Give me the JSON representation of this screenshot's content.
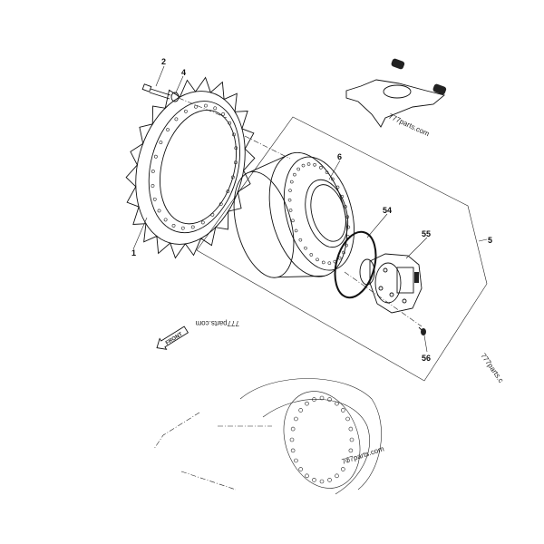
{
  "diagram": {
    "callouts": [
      {
        "id": "1",
        "text": "1"
      },
      {
        "id": "2",
        "text": "2"
      },
      {
        "id": "4",
        "text": "4"
      },
      {
        "id": "5",
        "text": "5"
      },
      {
        "id": "6",
        "text": "6"
      },
      {
        "id": "54",
        "text": "54"
      },
      {
        "id": "55",
        "text": "55"
      },
      {
        "id": "56",
        "text": "56"
      }
    ],
    "front_arrow_label": "FRONT",
    "watermarks": [
      "777parts.com",
      "777parts.com",
      "777parts.c",
      "777parts.com"
    ]
  }
}
